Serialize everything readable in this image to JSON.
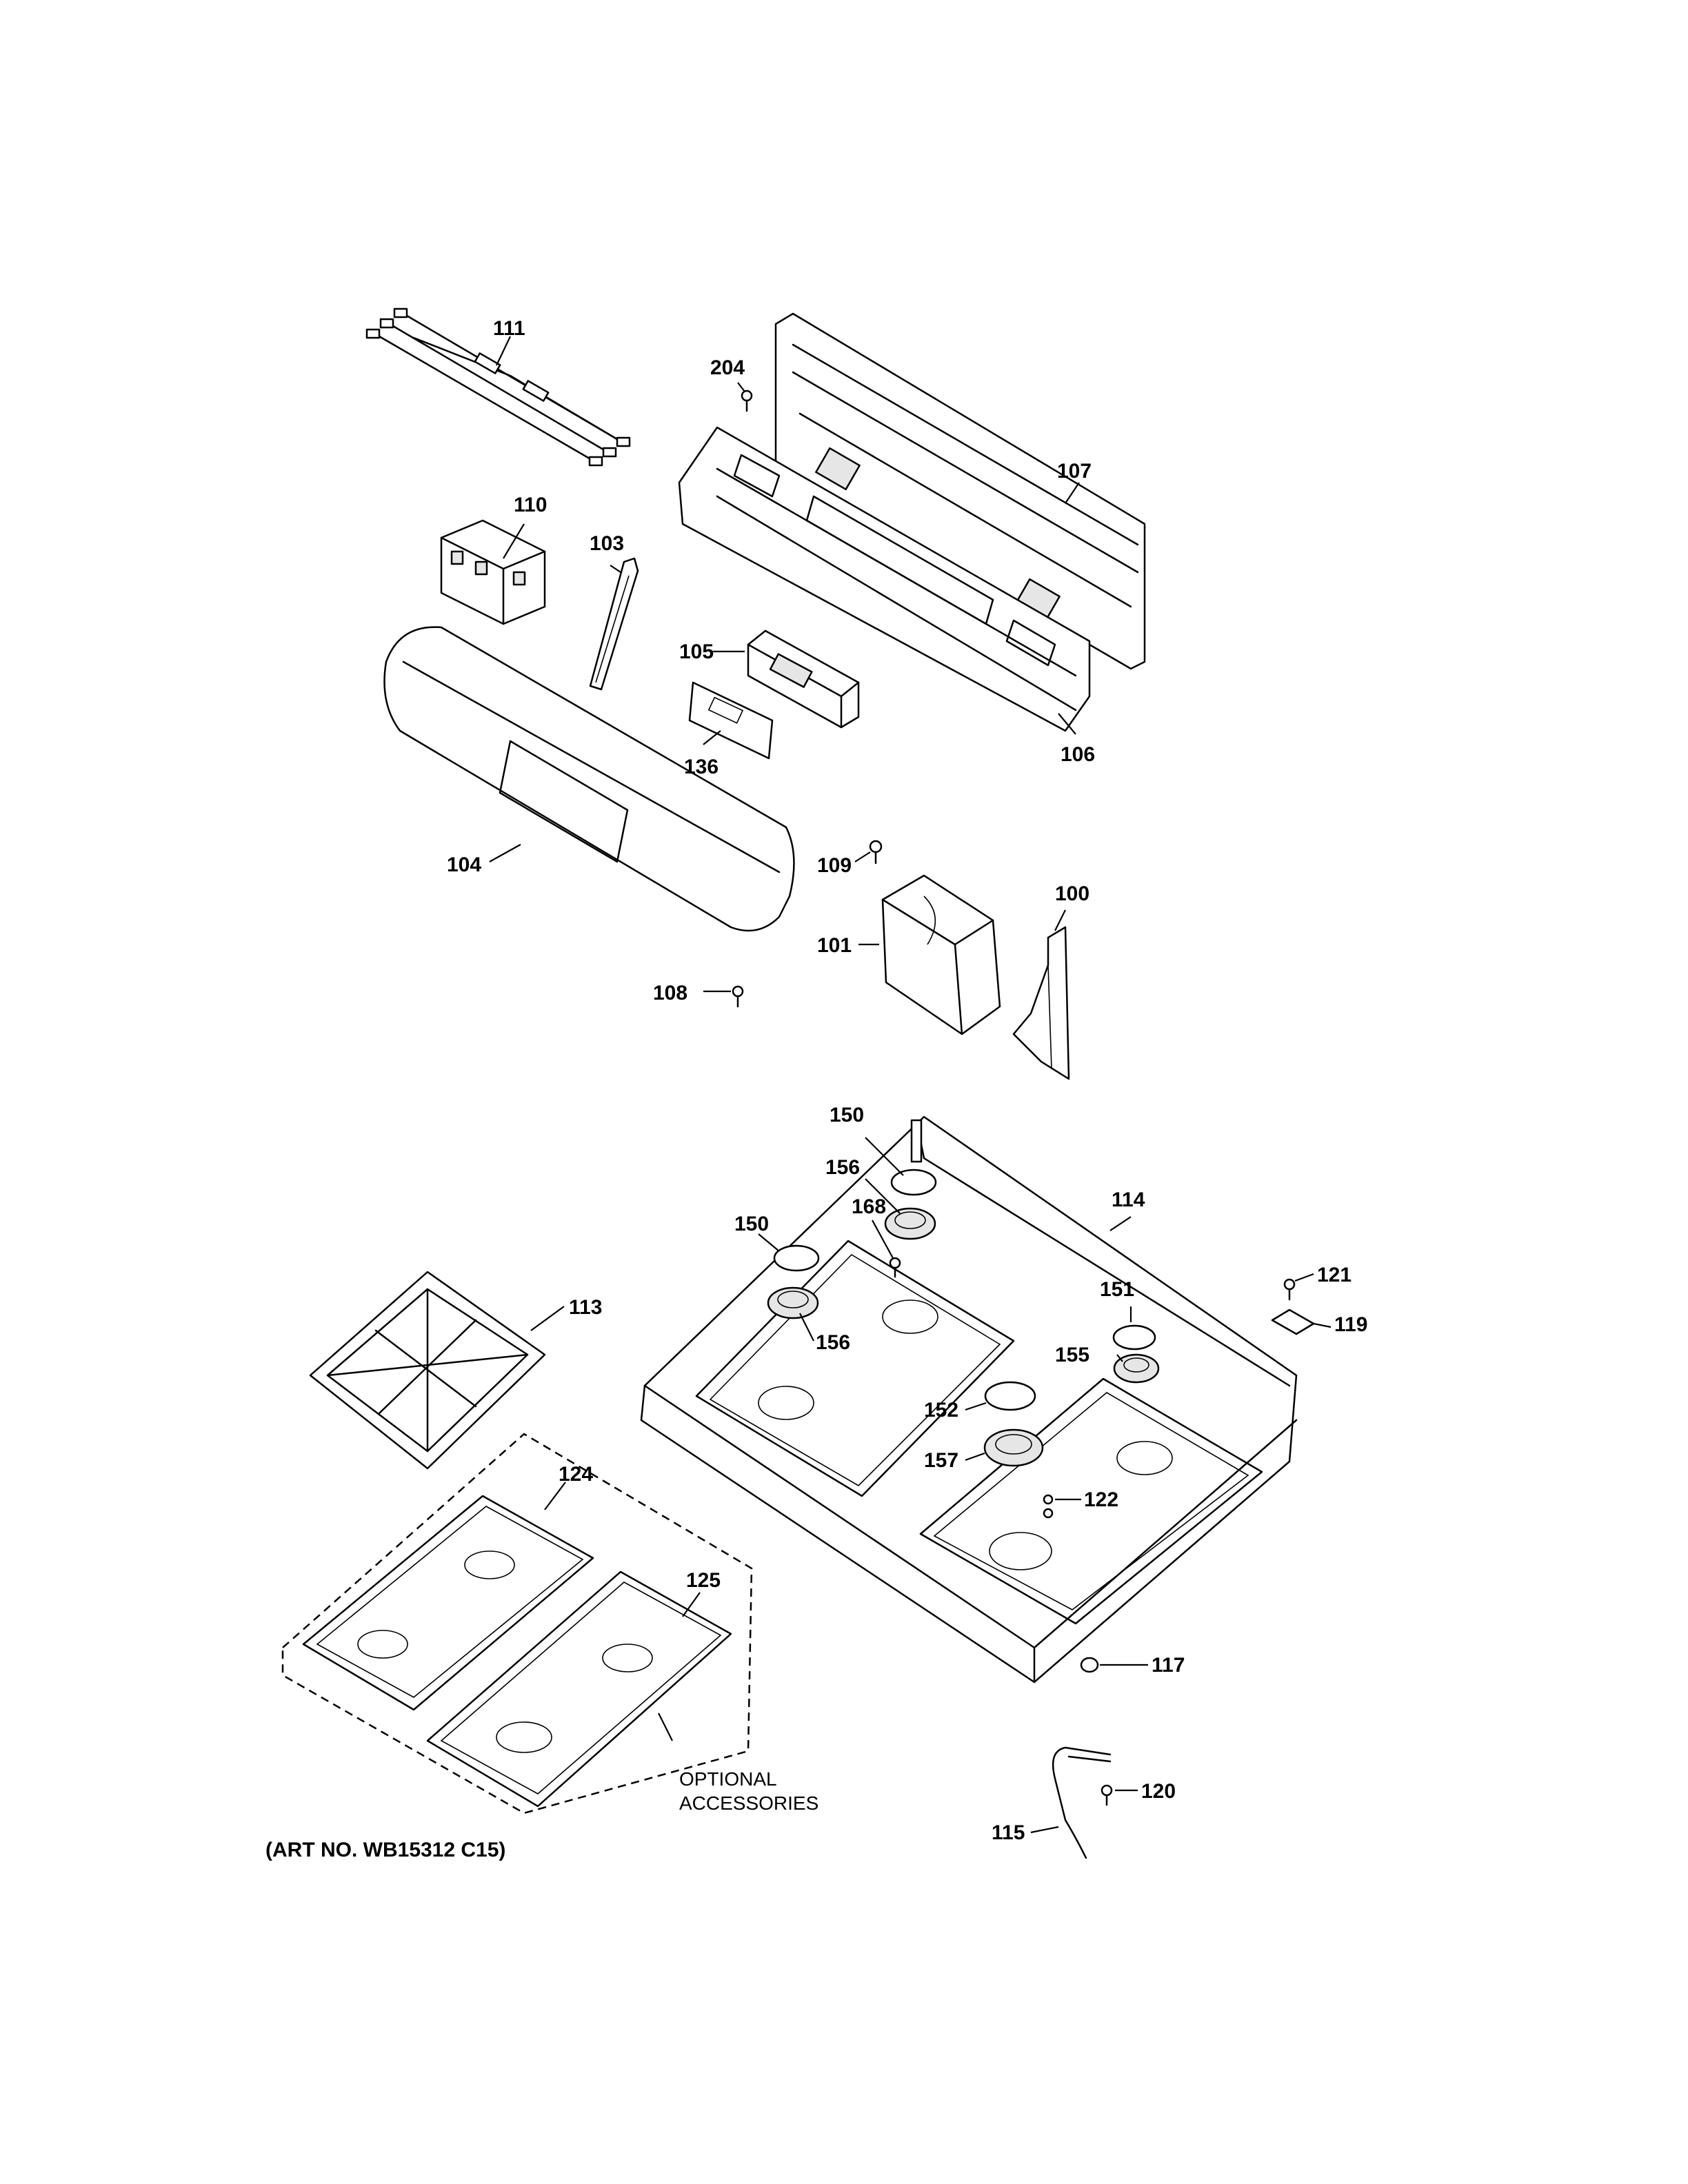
{
  "diagram": {
    "part_labels": {
      "p111": "111",
      "p204": "204",
      "p107": "107",
      "p110": "110",
      "p103": "103",
      "p105": "105",
      "p106": "106",
      "p136": "136",
      "p104": "104",
      "p109": "109",
      "p100": "100",
      "p101": "101",
      "p108": "108",
      "p150a": "150",
      "p156a": "156",
      "p114": "114",
      "p168": "168",
      "p150b": "150",
      "p113": "113",
      "p121": "121",
      "p156b": "156",
      "p151": "151",
      "p119": "119",
      "p155": "155",
      "p152": "152",
      "p157": "157",
      "p124": "124",
      "p122": "122",
      "p125": "125",
      "p117": "117",
      "p120": "120",
      "p115": "115"
    },
    "note_line1": "OPTIONAL",
    "note_line2": "ACCESSORIES",
    "art_number": "(ART NO. WB15312 C15)"
  }
}
